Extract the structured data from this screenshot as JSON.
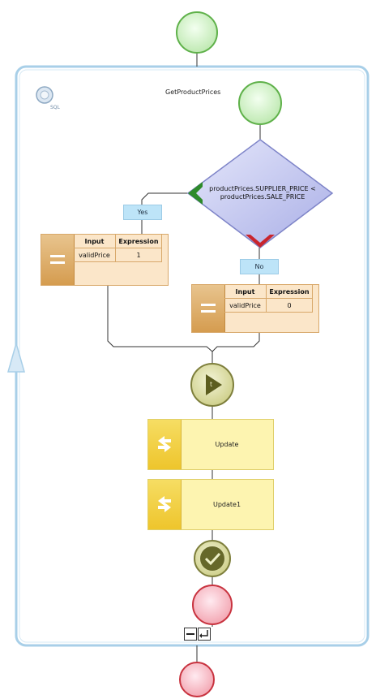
{
  "loop": {
    "title": "GetProductPrices",
    "badge_label": "SQL"
  },
  "decision": {
    "condition_line1": "productPrices.SUPPLIER_PRICE <",
    "condition_line2": "productPrices.SALE_PRICE"
  },
  "branches": {
    "yes_label": "Yes",
    "no_label": "No"
  },
  "assign_yes": {
    "headers": [
      "Input",
      "Expression"
    ],
    "rows": [
      {
        "input": "validPrice",
        "expression": "1"
      }
    ]
  },
  "assign_no": {
    "headers": [
      "Input",
      "Expression"
    ],
    "rows": [
      {
        "input": "validPrice",
        "expression": "0"
      }
    ]
  },
  "activities": [
    {
      "label": "Update"
    },
    {
      "label": "Update1"
    }
  ],
  "icons": {
    "start": "start-event-icon",
    "end": "end-event-icon",
    "sql": "sql-icon",
    "parallel": "parallel-gateway-icon",
    "check": "checkmark-icon",
    "assign": "equals-icon",
    "activity": "swap-arrows-icon",
    "collapse": "minus-icon",
    "loop_back": "loop-back-icon"
  },
  "colors": {
    "start_fill": "#c9efbf",
    "start_stroke": "#5fb14a",
    "end_fill": "#f4b4bc",
    "end_stroke": "#c8333f",
    "container": "#a8cfe8",
    "decision_fill": "#c7cbee",
    "assign_fill": "#fbe6c9",
    "activity_fill": "#fdf4b0",
    "gateway_fill": "#dfe0a6"
  }
}
